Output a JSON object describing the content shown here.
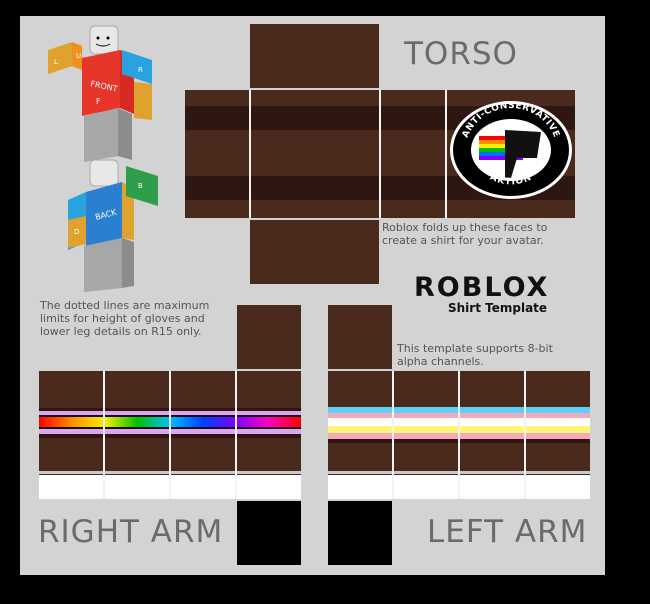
{
  "labels": {
    "torso": "TORSO",
    "right_arm": "RIGHT ARM",
    "left_arm": "LEFT ARM"
  },
  "notes": {
    "fold": "Roblox folds up these faces to create a shirt for your avatar.",
    "dotted": "The dotted lines are maximum limits for height of gloves and lower leg details on R15 only.",
    "alpha": "This template supports 8-bit alpha channels."
  },
  "brand": {
    "logo": "ROBLOX",
    "subtitle": "Shirt Template"
  },
  "badge": {
    "top_text": "ANTI-CONSERVATIVE",
    "bottom_text": "AKTION"
  },
  "figure_labels": {
    "front": "FRONT",
    "back": "BACK",
    "face_f": "F",
    "face_r": "R",
    "face_l": "L",
    "face_u": "U",
    "face_d": "D",
    "face_b": "B"
  },
  "colors": {
    "brown": "#4b2a1e",
    "dark_stripe": "#2e1710",
    "rainbow": [
      "#ff0000",
      "#ff8c00",
      "#ffee00",
      "#00c000",
      "#0070ff",
      "#8000ff"
    ],
    "trans_flag": [
      "#5bcefa",
      "#f5a9b8",
      "#ffffff",
      "#fff47a",
      "#f5a9b8"
    ]
  }
}
